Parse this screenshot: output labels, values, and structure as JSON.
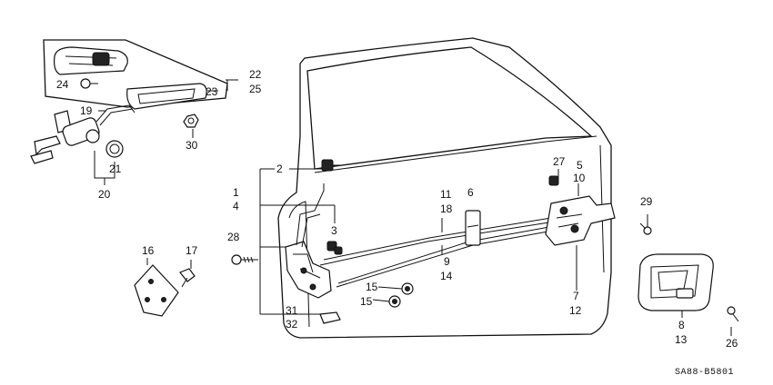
{
  "diagram": {
    "code": "SA88-B5801",
    "labels": {
      "l1": "1",
      "l2": "2",
      "l3": "3",
      "l4": "4",
      "l5": "5",
      "l7": "7",
      "l8": "8",
      "l9": "9",
      "l10": "10",
      "l11": "11",
      "l12": "12",
      "l13": "13",
      "l14": "14",
      "l15a": "15",
      "l15b": "15",
      "l16": "16",
      "l17": "17",
      "l18": "18",
      "l19": "19",
      "l20": "20",
      "l21": "21",
      "l22": "22",
      "l23": "23",
      "l24": "24",
      "l25": "25",
      "l26": "26",
      "l27": "27",
      "l28": "28",
      "l29": "29",
      "l30": "30",
      "l31": "31",
      "l32": "32",
      "l6": "6"
    }
  }
}
